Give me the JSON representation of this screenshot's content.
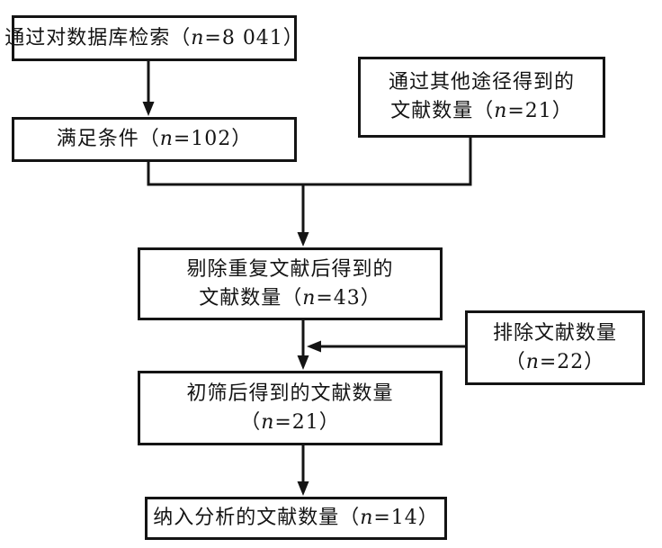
{
  "figure": {
    "type": "flowchart",
    "title": "literature-screening-flow",
    "background_color": "#ffffff",
    "line_color": "#141414",
    "boxes": [
      {
        "id": "database-search",
        "n": 8041,
        "lines": [
          {
            "pre": "通过对数据库检索（",
            "var": "n",
            "post": "=8 041）"
          }
        ]
      },
      {
        "id": "other-sources",
        "n": 21,
        "lines": [
          {
            "pre": "通过其他途径得到的"
          },
          {
            "pre": "文献数量（",
            "var": "n",
            "post": "=21）"
          }
        ]
      },
      {
        "id": "criteria-met",
        "n": 102,
        "lines": [
          {
            "pre": "满足条件（",
            "var": "n",
            "post": "=102）"
          }
        ]
      },
      {
        "id": "after-deduplication",
        "n": 43,
        "lines": [
          {
            "pre": "剔除重复文献后得到的"
          },
          {
            "pre": "文献数量（",
            "var": "n",
            "post": "=43）"
          }
        ]
      },
      {
        "id": "excluded",
        "n": 22,
        "lines": [
          {
            "pre": "排除文献数量"
          },
          {
            "pre": "（",
            "var": "n",
            "post": "=22）"
          }
        ]
      },
      {
        "id": "after-initial-screening",
        "n": 21,
        "lines": [
          {
            "pre": "初筛后得到的文献数量"
          },
          {
            "pre": "（",
            "var": "n",
            "post": "=21）"
          }
        ]
      },
      {
        "id": "included-in-analysis",
        "n": 14,
        "lines": [
          {
            "pre": "纳入分析的文献数量（",
            "var": "n",
            "post": "=14）"
          }
        ]
      }
    ]
  }
}
